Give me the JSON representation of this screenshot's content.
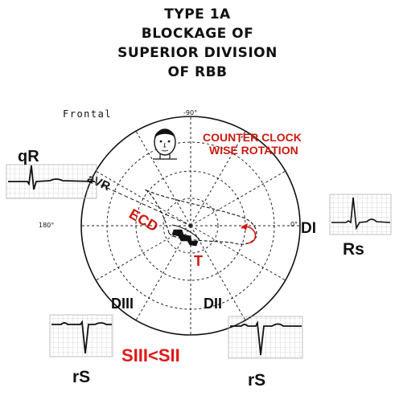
{
  "title_lines": [
    "TYPE 1A",
    "BLOCKAGE OF",
    "SUPERIOR DIVISION",
    "OF RBB"
  ],
  "plane_label": "Frontal",
  "angle_top": "-90°",
  "angle_left": "180°",
  "angle_right": "0°",
  "rotation_label": [
    "COUNTER CLOCK",
    "WISE ROTATION"
  ],
  "lead_labels": {
    "avr": "aVR",
    "di": "DI",
    "dii": "DII",
    "diii": "DIII"
  },
  "loop_labels": {
    "ecd": "ECD",
    "t": "T"
  },
  "ecg_patterns": {
    "avr": "qR",
    "di": "Rs",
    "diii": "rS",
    "dii": "rS"
  },
  "comparison": "SIII<SII",
  "colors": {
    "text": "#111111",
    "accent_red": "#cc1a10",
    "comparison_red": "#e01818",
    "grid": "#b8b8b8",
    "chart_line": "#222222"
  },
  "icons": {
    "head": "head-figure-icon"
  }
}
